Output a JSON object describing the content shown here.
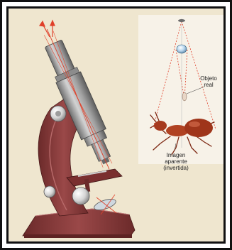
{
  "labels": {
    "real_object_line1": "Objeto",
    "real_object_line2": "real",
    "apparent_image_line1": "Imagen",
    "apparent_image_line2": "aparente",
    "apparent_image_line3": "(invertida)"
  },
  "colors": {
    "background": "#efe6cf",
    "inset_panel": "#f7f2e8",
    "microscope_stand": "#8a3a3a",
    "tube_metal": "#a7a7a7",
    "light_ray": "#e0402a",
    "ant": "#a63a1e",
    "frame_border": "#111111"
  }
}
